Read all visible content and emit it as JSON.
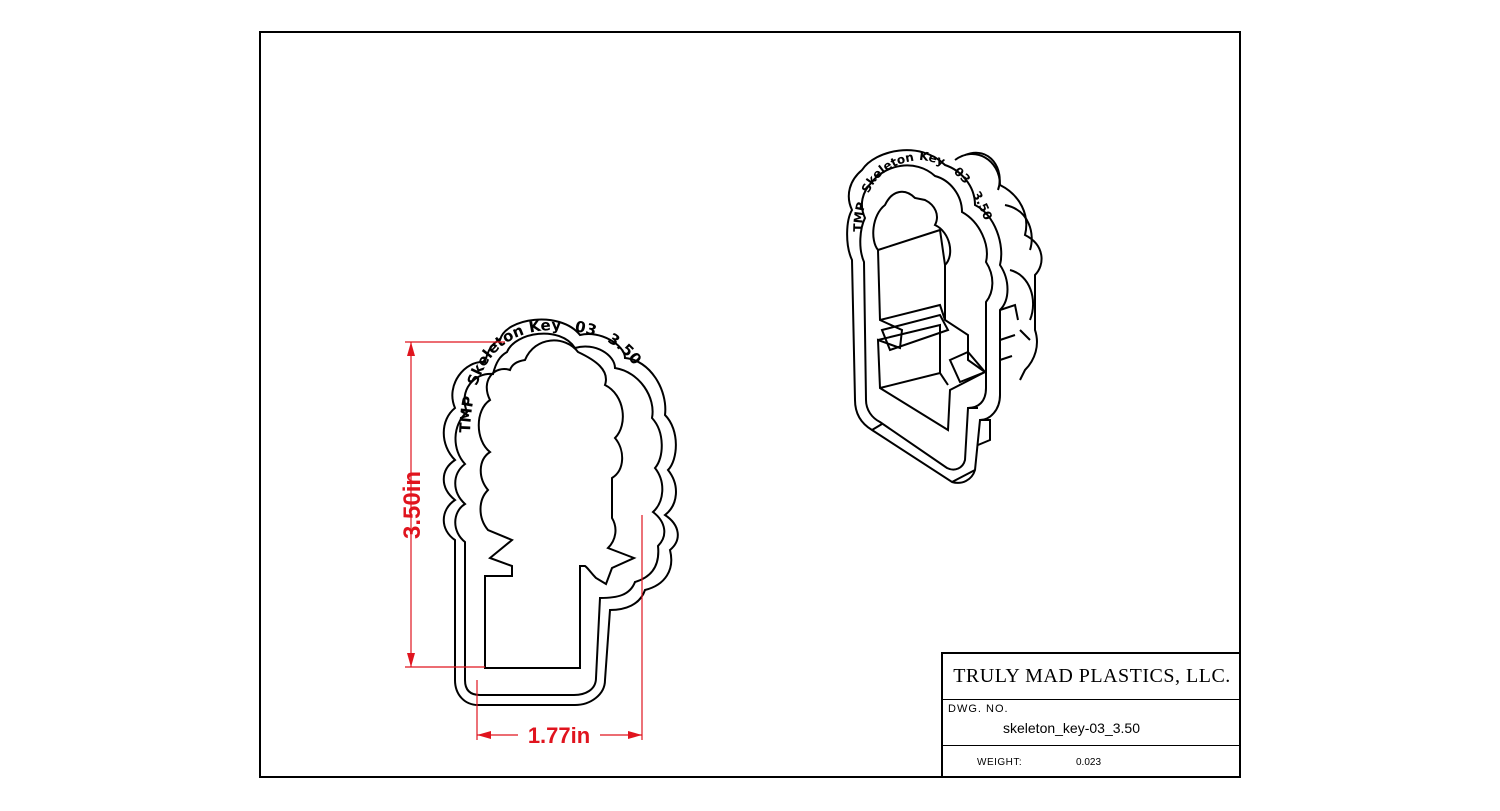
{
  "title_block": {
    "company": "TRULY MAD PLASTICS, LLC.",
    "dwg_no_label": "DWG. NO.",
    "dwg_no": "skeleton_key-03_3.50",
    "weight_label": "WEIGHT:",
    "weight": "0.023"
  },
  "part": {
    "engraving_maker": "TMP",
    "engraving_name": "Skeleton Key",
    "engraving_number": "03",
    "engraving_size": "3.50"
  },
  "dimensions": {
    "height": "3.50in",
    "width": "1.77in"
  },
  "colors": {
    "dimension": "#e0141e",
    "line": "#000000"
  }
}
